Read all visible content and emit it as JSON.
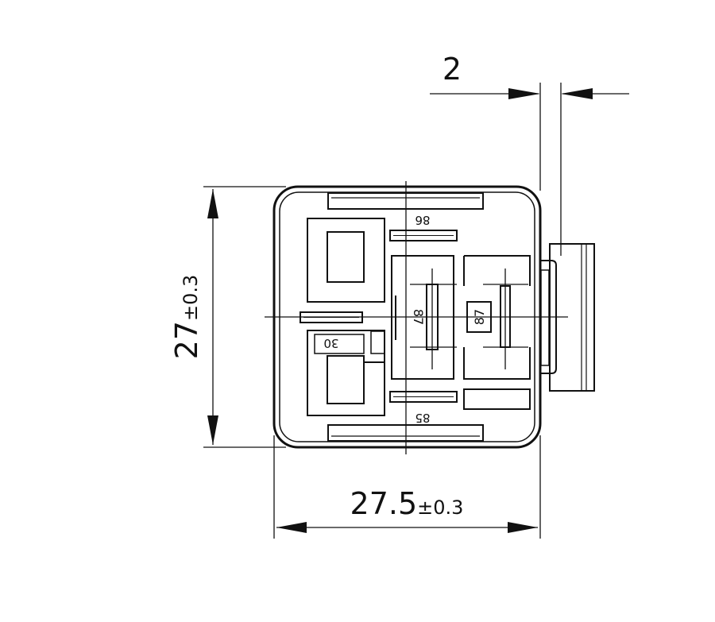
{
  "dimensions": {
    "height": {
      "value": "27",
      "tolerance": "±0.3"
    },
    "width": {
      "value": "27.5",
      "tolerance": "±0.3"
    },
    "tab_offset": {
      "value": "2"
    }
  },
  "terminals": {
    "t86": "86",
    "t85": "85",
    "t30": "30",
    "t87": "87",
    "t87a": "87"
  },
  "colors": {
    "line": "#111111",
    "background": "#ffffff"
  }
}
